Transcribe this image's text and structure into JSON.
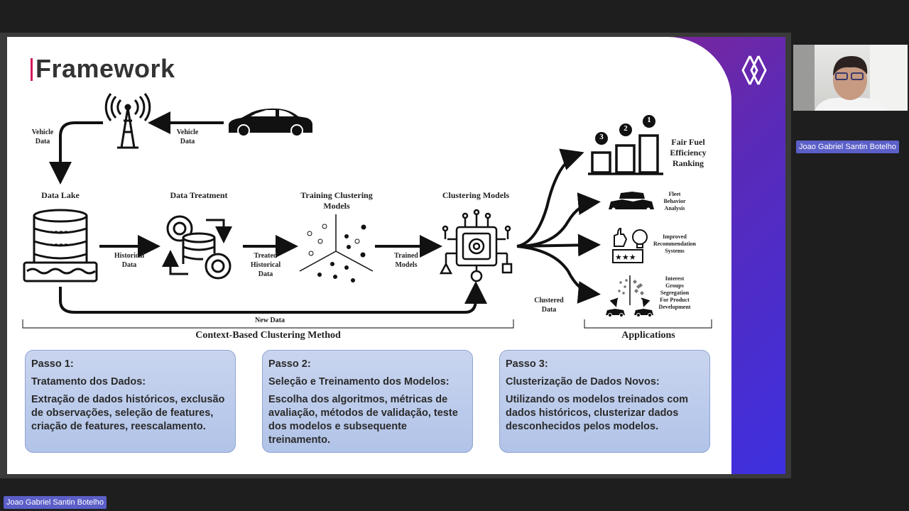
{
  "slide": {
    "title": "Framework",
    "diagram": {
      "vehicle_data_left": "Vehicle\nData",
      "vehicle_data_top": "Vehicle\nData",
      "data_lake": "Data Lake",
      "data_treatment": "Data Treatment",
      "training_clustering_models": "Training Clustering\nModels",
      "clustering_models": "Clustering Models",
      "historical_data": "Historical\nData",
      "treated_historical_data": "Treated\nHistorical\nData",
      "trained_models": "Trained\nModels",
      "new_data": "New Data",
      "clustered_data": "Clustered\nData",
      "context_based_method": "Context-Based Clustering Method",
      "applications": "Applications",
      "fair_fuel": "Fair Fuel\nEfficiency\nRanking",
      "fleet_behavior": "Fleet\nBehavior\nAnalysis",
      "improved_recommendation": "Improved\nRecommendation\nSystems",
      "interest_groups": "Interest\nGroups\nSegregation\nFor Product\nDevelopment",
      "rank_1": "1",
      "rank_2": "2",
      "rank_3": "3"
    },
    "steps": [
      {
        "heading": "Passo 1:",
        "subtitle": "Tratamento dos Dados:",
        "body": "Extração de dados históricos, exclusão de observações, seleção de features, criação de features, reescalamento."
      },
      {
        "heading": "Passo 2:",
        "subtitle": "Seleção e Treinamento dos Modelos:",
        "body": "Escolha dos algoritmos, métricas de avaliação, métodos de validação, teste dos modelos e subsequente treinamento."
      },
      {
        "heading": "Passo 3:",
        "subtitle": "Clusterização de Dados Novos:",
        "body": "Utilizando os modelos treinados com dados históricos, clusterizar dados desconhecidos pelos modelos."
      }
    ]
  },
  "meeting": {
    "participant_name": "Joao Gabriel Santin Botelho",
    "presenter_name": "Joao Gabriel Santin Botelho"
  },
  "colors": {
    "accent": "#d4195d",
    "box_fill": "#c0cfee",
    "name_tag": "#5b5fc7"
  }
}
